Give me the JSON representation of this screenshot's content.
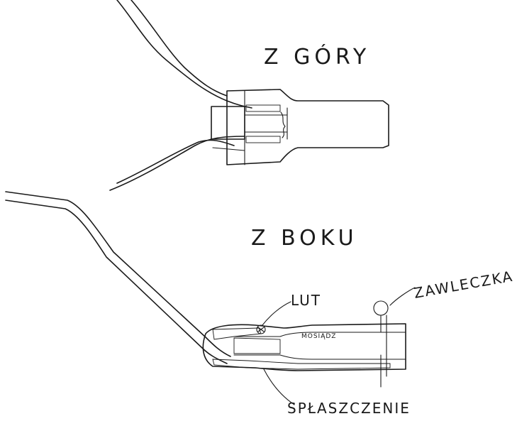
{
  "labels": {
    "top_view": "Z GÓRY",
    "side_view": "Z BOKU",
    "solder": "LUT",
    "brass": "MOSIĄDZ",
    "pin": "ZAWLECZKA",
    "flattening": "SPŁASZCZENIE"
  }
}
